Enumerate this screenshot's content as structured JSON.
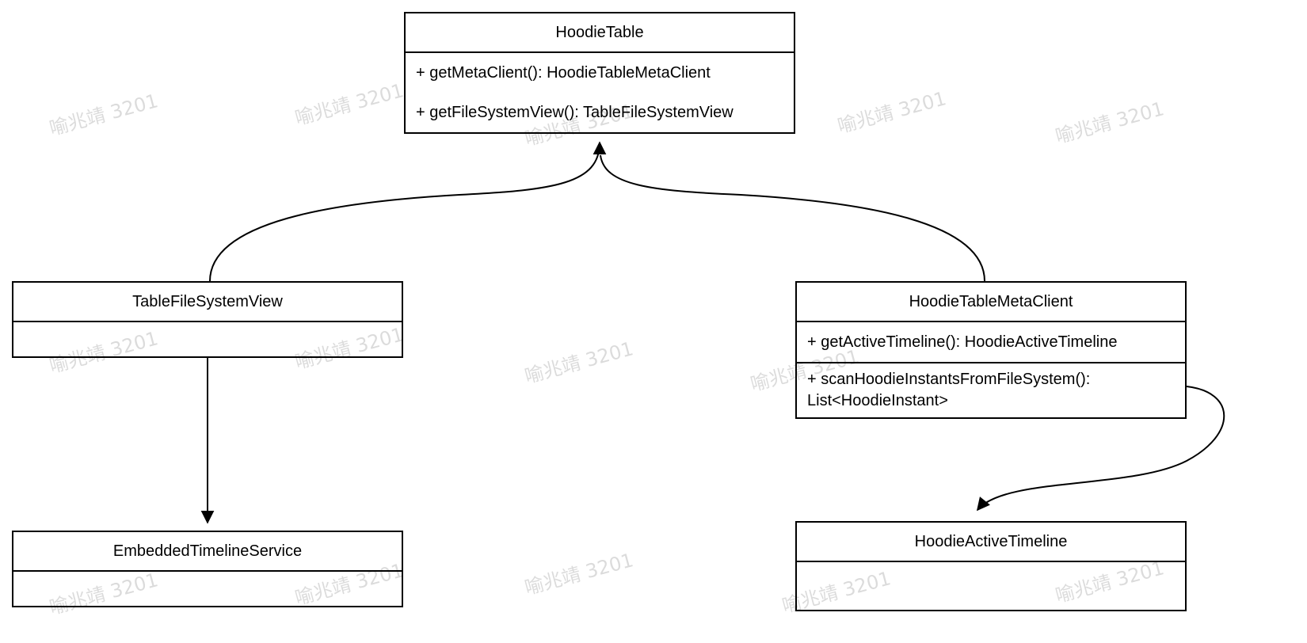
{
  "watermark": {
    "text": "喻兆靖 3201"
  },
  "classes": {
    "hoodie_table": {
      "title": "HoodieTable",
      "methods": [
        "+ getMetaClient(): HoodieTableMetaClient",
        "+ getFileSystemView(): TableFileSystemView"
      ]
    },
    "table_file_system_view": {
      "title": "TableFileSystemView",
      "methods": []
    },
    "hoodie_table_meta_client": {
      "title": "HoodieTableMetaClient",
      "methods": [
        "+ getActiveTimeline(): HoodieActiveTimeline",
        "+ scanHoodieInstantsFromFileSystem(): List<HoodieInstant>"
      ]
    },
    "embedded_timeline_service": {
      "title": "EmbeddedTimelineService",
      "methods": []
    },
    "hoodie_active_timeline": {
      "title": "HoodieActiveTimeline",
      "methods": []
    }
  },
  "edges": [
    {
      "from": "TableFileSystemView",
      "to": "HoodieTable",
      "style": "curved-arrow"
    },
    {
      "from": "HoodieTableMetaClient",
      "to": "HoodieTable",
      "style": "curved-arrow"
    },
    {
      "from": "TableFileSystemView",
      "to": "EmbeddedTimelineService",
      "style": "straight-arrow"
    },
    {
      "from": "HoodieTableMetaClient",
      "to": "HoodieActiveTimeline",
      "style": "s-curve-arrow"
    }
  ]
}
